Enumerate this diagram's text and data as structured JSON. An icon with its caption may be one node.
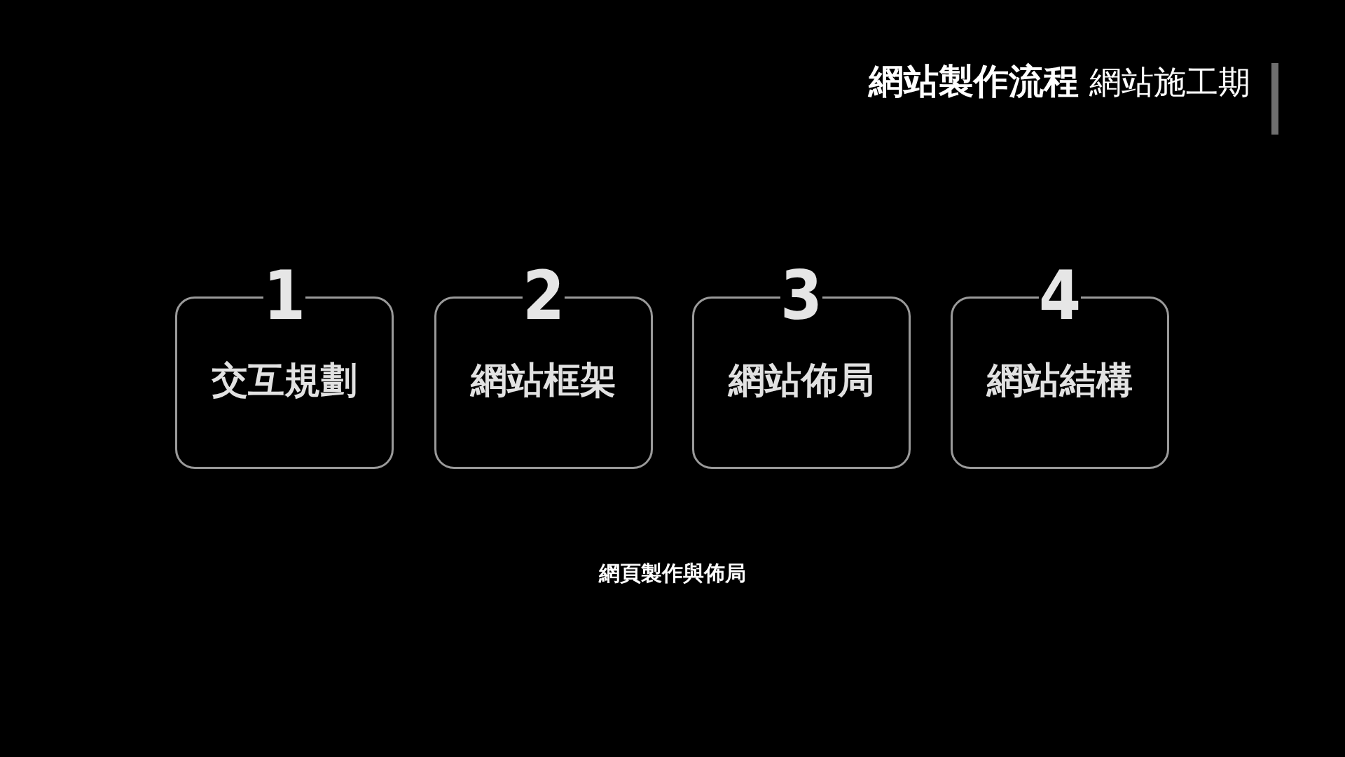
{
  "diagram": {
    "title": "**網站製作流程** 網站施工期",
    "caption": "網頁製作與佈局",
    "nodes": [
      {
        "text": [
          "1",
          "交互規劃"
        ]
      },
      {
        "text": [
          "2",
          "網站框架"
        ]
      },
      {
        "text": [
          "3",
          "網站佈局"
        ]
      },
      {
        "text": [
          "4",
          "網站結構"
        ]
      }
    ]
  }
}
